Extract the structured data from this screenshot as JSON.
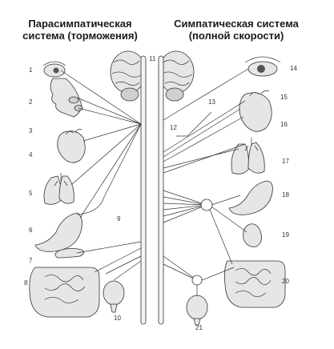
{
  "left_panel": {
    "title_line1": "Парасимпатическая",
    "title_line2": "система (торможения)"
  },
  "right_panel": {
    "title_line1": "Симпатическая система",
    "title_line2": "(полной скорости)"
  },
  "labels": {
    "n1": "1",
    "n2": "2",
    "n3": "3",
    "n4": "4",
    "n5": "5",
    "n6": "6",
    "n7": "7",
    "n8": "8",
    "n9": "9",
    "n10": "10",
    "n11": "11",
    "n12": "12",
    "n13": "13",
    "n14": "14",
    "n15": "15",
    "n16": "16",
    "n17": "17",
    "n18": "18",
    "n19": "19",
    "n20": "20",
    "n21": "21"
  }
}
